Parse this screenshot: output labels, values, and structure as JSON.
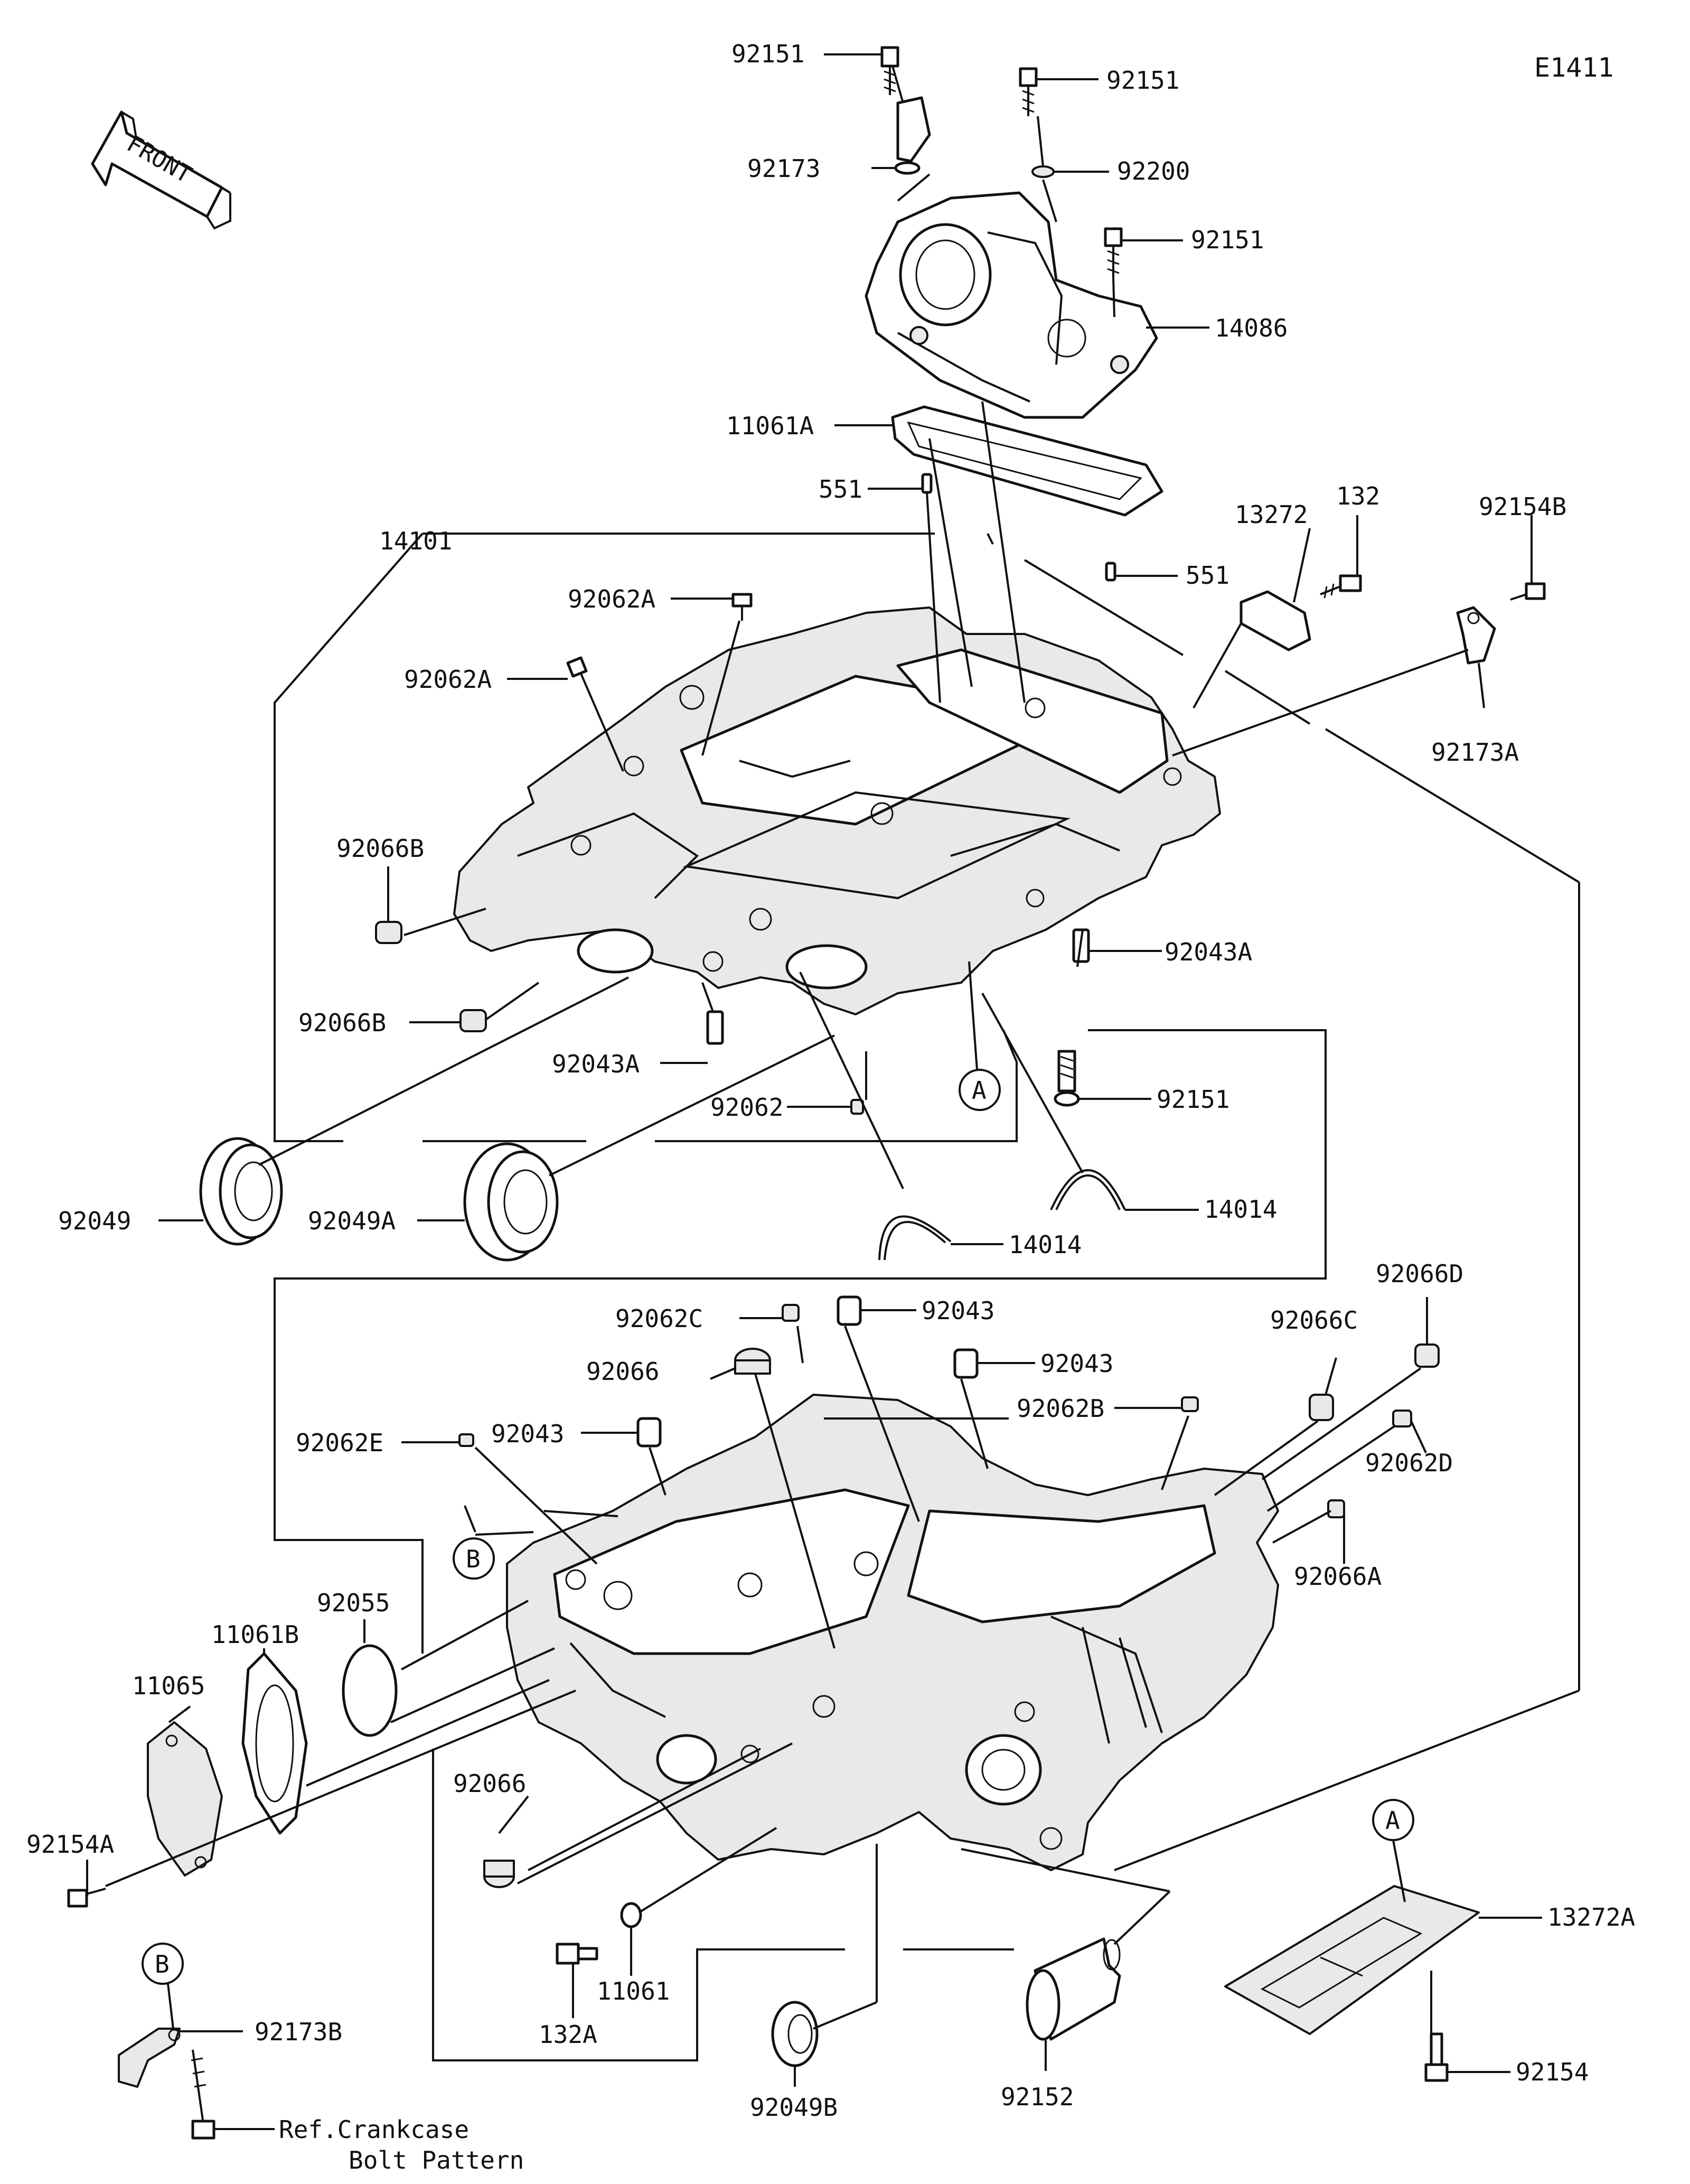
{
  "diagram_code": "E1411",
  "front_label": "FRONT",
  "callout_a": "A",
  "callout_b": "B",
  "reference_note_line1": "Ref.Crankcase",
  "reference_note_line2": "Bolt Pattern",
  "parts": {
    "p92151_a": "92151",
    "p92151_b": "92151",
    "p92173": "92173",
    "p92200": "92200",
    "p92151_c": "92151",
    "p14086": "14086",
    "p11061A": "11061A",
    "p551_a": "551",
    "p551_b": "551",
    "p14101": "14101",
    "p13272": "13272",
    "p132": "132",
    "p92154B": "92154B",
    "p92062A_a": "92062A",
    "p92062A_b": "92062A",
    "p92173A": "92173A",
    "p92066B_a": "92066B",
    "p92066B_b": "92066B",
    "p92043A_a": "92043A",
    "p92043A_b": "92043A",
    "p92151_d": "92151",
    "p92062": "92062",
    "p92049": "92049",
    "p92049A": "92049A",
    "p14014_a": "14014",
    "p14014_b": "14014",
    "p92062C": "92062C",
    "p92043_a": "92043",
    "p92066D": "92066D",
    "p92066": "92066",
    "p92043_b": "92043",
    "p92066C": "92066C",
    "p92062B": "92062B",
    "p92062E": "92062E",
    "p92043_c": "92043",
    "p92062D": "92062D",
    "p92055": "92055",
    "p92066A": "92066A",
    "p11061B": "11061B",
    "p11065": "11065",
    "p92066_b": "92066",
    "p92154A": "92154A",
    "p13272A": "13272A",
    "p11061": "11061",
    "p132A": "132A",
    "p92173B": "92173B",
    "p92154": "92154",
    "p92152": "92152",
    "p92049B": "92049B"
  }
}
